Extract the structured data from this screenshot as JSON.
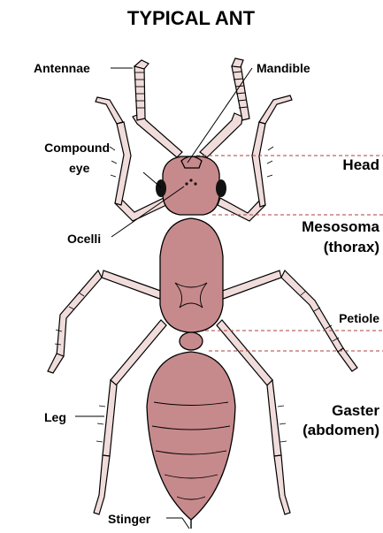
{
  "title": "TYPICAL ANT",
  "labels": {
    "antennae": "Antennae",
    "mandible": "Mandible",
    "compound_eye_line1": "Compound",
    "compound_eye_line2": "eye",
    "ocelli": "Ocelli",
    "leg": "Leg",
    "stinger": "Stinger",
    "head": "Head",
    "mesosoma_line1": "Mesosoma",
    "mesosoma_line2": "(thorax)",
    "petiole": "Petiole",
    "gaster_line1": "Gaster",
    "gaster_line2": "(abdomen)"
  },
  "colors": {
    "body": "#c78a8c",
    "legs_antennae": "#f0dcdb",
    "guide_lines": "#a8423f",
    "eyes": "#111111"
  }
}
